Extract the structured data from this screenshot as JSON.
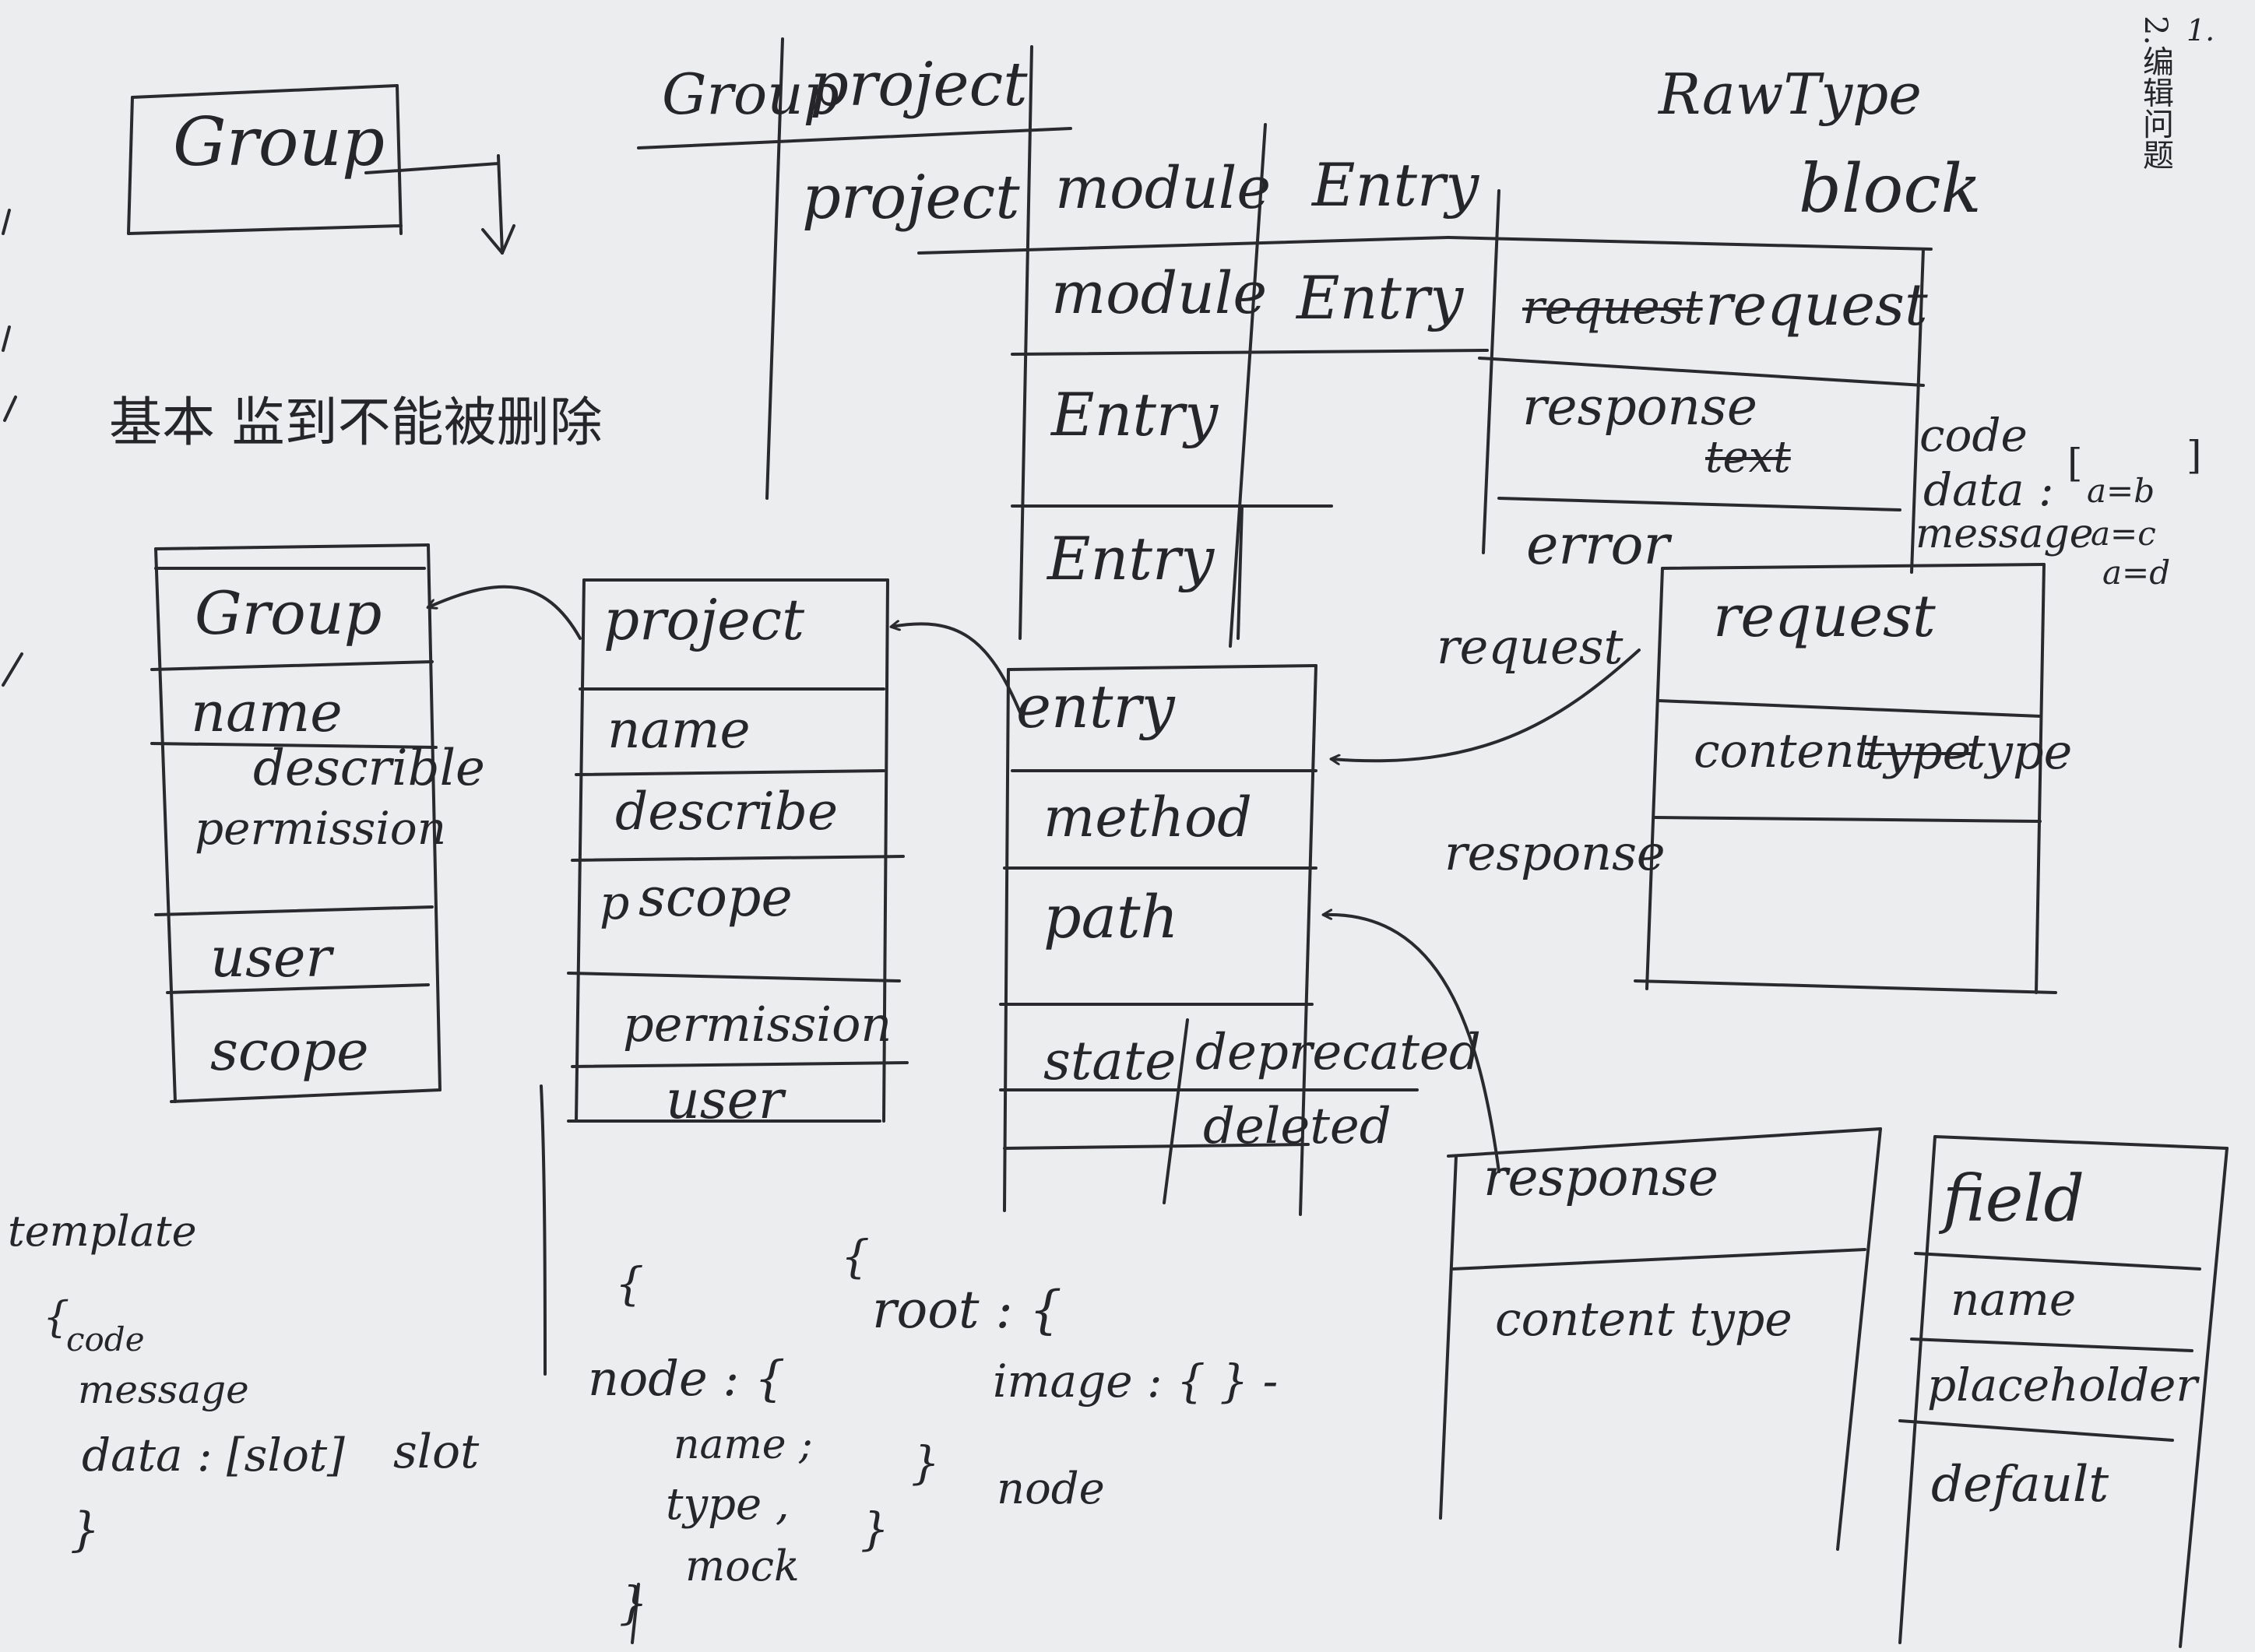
{
  "corner": {
    "number": "1.",
    "vertical_note": "2.编辑问题"
  },
  "group_box": {
    "label": "Group"
  },
  "chinese_note": "基本 监到不能被删除",
  "hierarchy_table": {
    "header_group": "Group",
    "header_project": "project",
    "project_cell": "project",
    "module_header": "module",
    "module_cell": "module",
    "entry_header": "Entry",
    "entry_cell": "Entry",
    "entry_row_1": "Entry",
    "entry_row_2": "Entry"
  },
  "rawtype": {
    "title": "RawType",
    "block": "block",
    "request_struck": "request",
    "request": "request",
    "response": "response",
    "text_struck": "text",
    "error": "error",
    "code_label": "code",
    "data_label": "data :",
    "message_label": "message",
    "bracket_open": "[",
    "bracket_close": "]",
    "a1": "a=b",
    "a2": "a=c",
    "a3": "a=d"
  },
  "group_table": {
    "title": "Group",
    "fields": [
      "name",
      "describle",
      "permission",
      "user",
      "scope"
    ]
  },
  "project_table": {
    "title": "project",
    "fields": [
      "name",
      "describe",
      "scope",
      "permission",
      "user"
    ],
    "scope_prefix": "p"
  },
  "entry_table": {
    "title": "entry",
    "fields": [
      "method",
      "path",
      "state"
    ],
    "state_values": [
      "deprecated",
      "deleted"
    ]
  },
  "request_table": {
    "title": "request",
    "field_struck": "type",
    "field_prefix": "content",
    "field_suffix": "type"
  },
  "arrow_labels": {
    "request": "request",
    "response": "response"
  },
  "response_table": {
    "title": "response",
    "field": "content type"
  },
  "field_table": {
    "title": "field",
    "fields": [
      "name",
      "placeholder",
      "default"
    ]
  },
  "template": {
    "label": "template",
    "open": "{",
    "code": "code",
    "message": "message",
    "data": "data : [slot]",
    "slot": "slot",
    "close": "}"
  },
  "node_schema": {
    "open1": "{",
    "open2": "{",
    "node": "node : {",
    "name": "name ;",
    "type": "type ,",
    "mock": "mock",
    "close_inner": "}",
    "close_outer": "}",
    "root": "root : {",
    "image": "image : {     } -",
    "close_root": "}",
    "root_node": "node"
  }
}
